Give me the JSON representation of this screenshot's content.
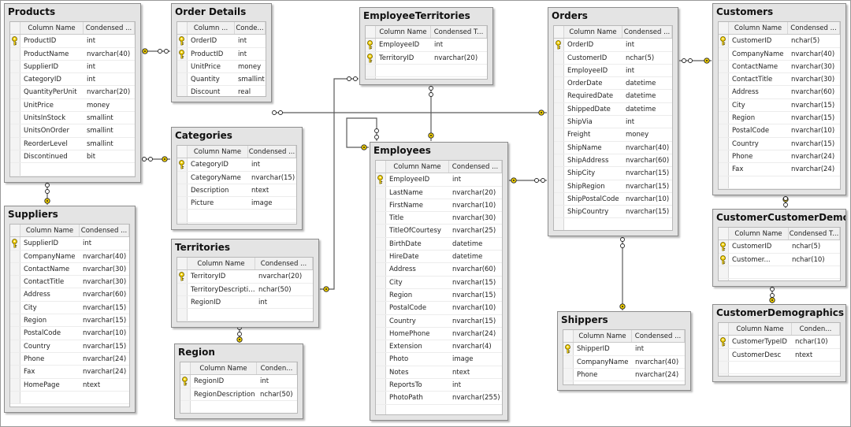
{
  "headers": {
    "column_name": "Column Name",
    "condensed": "Condensed ...",
    "condensed_short": "Conde...",
    "condensed_type": "Condensed T...",
    "column_short": "Column ..."
  },
  "tables": [
    {
      "name": "Products",
      "cols": [
        "Column Name",
        "Condensed ..."
      ],
      "rows": [
        {
          "col": "ProductID",
          "type": "int",
          "pk": true
        },
        {
          "col": "ProductName",
          "type": "nvarchar(40)"
        },
        {
          "col": "SupplierID",
          "type": "int"
        },
        {
          "col": "CategoryID",
          "type": "int"
        },
        {
          "col": "QuantityPerUnit",
          "type": "nvarchar(20)"
        },
        {
          "col": "UnitPrice",
          "type": "money"
        },
        {
          "col": "UnitsInStock",
          "type": "smallint"
        },
        {
          "col": "UnitsOnOrder",
          "type": "smallint"
        },
        {
          "col": "ReorderLevel",
          "type": "smallint"
        },
        {
          "col": "Discontinued",
          "type": "bit"
        }
      ]
    },
    {
      "name": "Order Details",
      "cols": [
        "Column ...",
        "Conde..."
      ],
      "rows": [
        {
          "col": "OrderID",
          "type": "int",
          "pk": true
        },
        {
          "col": "ProductID",
          "type": "int",
          "pk": true
        },
        {
          "col": "UnitPrice",
          "type": "money"
        },
        {
          "col": "Quantity",
          "type": "smallint"
        },
        {
          "col": "Discount",
          "type": "real"
        }
      ]
    },
    {
      "name": "Categories",
      "cols": [
        "Column Name",
        "Condensed ..."
      ],
      "rows": [
        {
          "col": "CategoryID",
          "type": "int",
          "pk": true
        },
        {
          "col": "CategoryName",
          "type": "nvarchar(15)"
        },
        {
          "col": "Description",
          "type": "ntext"
        },
        {
          "col": "Picture",
          "type": "image"
        }
      ]
    },
    {
      "name": "Suppliers",
      "cols": [
        "Column Name",
        "Condensed ..."
      ],
      "rows": [
        {
          "col": "SupplierID",
          "type": "int",
          "pk": true
        },
        {
          "col": "CompanyName",
          "type": "nvarchar(40)"
        },
        {
          "col": "ContactName",
          "type": "nvarchar(30)"
        },
        {
          "col": "ContactTitle",
          "type": "nvarchar(30)"
        },
        {
          "col": "Address",
          "type": "nvarchar(60)"
        },
        {
          "col": "City",
          "type": "nvarchar(15)"
        },
        {
          "col": "Region",
          "type": "nvarchar(15)"
        },
        {
          "col": "PostalCode",
          "type": "nvarchar(10)"
        },
        {
          "col": "Country",
          "type": "nvarchar(15)"
        },
        {
          "col": "Phone",
          "type": "nvarchar(24)"
        },
        {
          "col": "Fax",
          "type": "nvarchar(24)"
        },
        {
          "col": "HomePage",
          "type": "ntext"
        }
      ]
    },
    {
      "name": "Territories",
      "cols": [
        "Column Name",
        "Condensed ..."
      ],
      "rows": [
        {
          "col": "TerritoryID",
          "type": "nvarchar(20)",
          "pk": true
        },
        {
          "col": "TerritoryDescription",
          "type": "nchar(50)"
        },
        {
          "col": "RegionID",
          "type": "int"
        }
      ]
    },
    {
      "name": "Region",
      "cols": [
        "Column Name",
        "Conden..."
      ],
      "rows": [
        {
          "col": "RegionID",
          "type": "int",
          "pk": true
        },
        {
          "col": "RegionDescription",
          "type": "nchar(50)"
        }
      ]
    },
    {
      "name": "EmployeeTerritories",
      "cols": [
        "Column Name",
        "Condensed T..."
      ],
      "rows": [
        {
          "col": "EmployeeID",
          "type": "int",
          "pk": true
        },
        {
          "col": "TerritoryID",
          "type": "nvarchar(20)",
          "pk": true
        }
      ]
    },
    {
      "name": "Employees",
      "cols": [
        "Column Name",
        "Condensed ..."
      ],
      "rows": [
        {
          "col": "EmployeeID",
          "type": "int",
          "pk": true
        },
        {
          "col": "LastName",
          "type": "nvarchar(20)"
        },
        {
          "col": "FirstName",
          "type": "nvarchar(10)"
        },
        {
          "col": "Title",
          "type": "nvarchar(30)"
        },
        {
          "col": "TitleOfCourtesy",
          "type": "nvarchar(25)"
        },
        {
          "col": "BirthDate",
          "type": "datetime"
        },
        {
          "col": "HireDate",
          "type": "datetime"
        },
        {
          "col": "Address",
          "type": "nvarchar(60)"
        },
        {
          "col": "City",
          "type": "nvarchar(15)"
        },
        {
          "col": "Region",
          "type": "nvarchar(15)"
        },
        {
          "col": "PostalCode",
          "type": "nvarchar(10)"
        },
        {
          "col": "Country",
          "type": "nvarchar(15)"
        },
        {
          "col": "HomePhone",
          "type": "nvarchar(24)"
        },
        {
          "col": "Extension",
          "type": "nvarchar(4)"
        },
        {
          "col": "Photo",
          "type": "image"
        },
        {
          "col": "Notes",
          "type": "ntext"
        },
        {
          "col": "ReportsTo",
          "type": "int"
        },
        {
          "col": "PhotoPath",
          "type": "nvarchar(255)"
        }
      ]
    },
    {
      "name": "Orders",
      "cols": [
        "Column Name",
        "Condensed ..."
      ],
      "rows": [
        {
          "col": "OrderID",
          "type": "int",
          "pk": true
        },
        {
          "col": "CustomerID",
          "type": "nchar(5)"
        },
        {
          "col": "EmployeeID",
          "type": "int"
        },
        {
          "col": "OrderDate",
          "type": "datetime"
        },
        {
          "col": "RequiredDate",
          "type": "datetime"
        },
        {
          "col": "ShippedDate",
          "type": "datetime"
        },
        {
          "col": "ShipVia",
          "type": "int"
        },
        {
          "col": "Freight",
          "type": "money"
        },
        {
          "col": "ShipName",
          "type": "nvarchar(40)"
        },
        {
          "col": "ShipAddress",
          "type": "nvarchar(60)"
        },
        {
          "col": "ShipCity",
          "type": "nvarchar(15)"
        },
        {
          "col": "ShipRegion",
          "type": "nvarchar(15)"
        },
        {
          "col": "ShipPostalCode",
          "type": "nvarchar(10)"
        },
        {
          "col": "ShipCountry",
          "type": "nvarchar(15)"
        }
      ]
    },
    {
      "name": "Shippers",
      "cols": [
        "Column Name",
        "Condensed ..."
      ],
      "rows": [
        {
          "col": "ShipperID",
          "type": "int",
          "pk": true
        },
        {
          "col": "CompanyName",
          "type": "nvarchar(40)"
        },
        {
          "col": "Phone",
          "type": "nvarchar(24)"
        }
      ]
    },
    {
      "name": "Customers",
      "cols": [
        "Column Name",
        "Condensed ..."
      ],
      "rows": [
        {
          "col": "CustomerID",
          "type": "nchar(5)",
          "pk": true
        },
        {
          "col": "CompanyName",
          "type": "nvarchar(40)"
        },
        {
          "col": "ContactName",
          "type": "nvarchar(30)"
        },
        {
          "col": "ContactTitle",
          "type": "nvarchar(30)"
        },
        {
          "col": "Address",
          "type": "nvarchar(60)"
        },
        {
          "col": "City",
          "type": "nvarchar(15)"
        },
        {
          "col": "Region",
          "type": "nvarchar(15)"
        },
        {
          "col": "PostalCode",
          "type": "nvarchar(10)"
        },
        {
          "col": "Country",
          "type": "nvarchar(15)"
        },
        {
          "col": "Phone",
          "type": "nvarchar(24)"
        },
        {
          "col": "Fax",
          "type": "nvarchar(24)"
        }
      ]
    },
    {
      "name": "CustomerCustomerDemo",
      "cols": [
        "Column Name",
        "Condensed T..."
      ],
      "rows": [
        {
          "col": "CustomerID",
          "type": "nchar(5)",
          "pk": true
        },
        {
          "col": "Customer...",
          "type": "nchar(10)",
          "pk": true
        }
      ]
    },
    {
      "name": "CustomerDemographics",
      "cols": [
        "Column Name",
        "Conden..."
      ],
      "rows": [
        {
          "col": "CustomerTypeID",
          "type": "nchar(10)",
          "pk": true
        },
        {
          "col": "CustomerDesc",
          "type": "ntext"
        }
      ]
    }
  ],
  "colors": {
    "key_gold": "#f2d000",
    "key_stroke": "#6b5a00",
    "line": "#5a5a5a",
    "panel": "#e4e4e4"
  }
}
